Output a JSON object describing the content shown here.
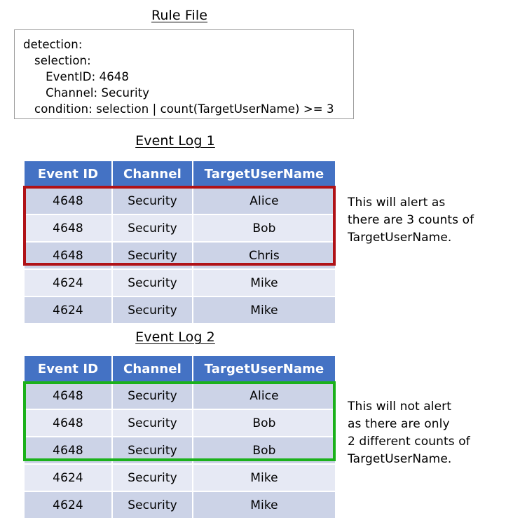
{
  "rule_file": {
    "title": "Rule File",
    "lines": [
      "detection:",
      "   selection:",
      "      EventID: 4648",
      "      Channel: Security",
      "   condition: selection | count(TargetUserName) >= 3"
    ]
  },
  "event_log_1": {
    "title": "Event Log 1",
    "columns": [
      "Event ID",
      "Channel",
      "TargetUserName"
    ],
    "rows": [
      [
        "4648",
        "Security",
        "Alice"
      ],
      [
        "4648",
        "Security",
        "Bob"
      ],
      [
        "4648",
        "Security",
        "Chris"
      ],
      [
        "4624",
        "Security",
        "Mike"
      ],
      [
        "4624",
        "Security",
        "Mike"
      ]
    ],
    "highlight": {
      "color": "#B01217",
      "rows": [
        0,
        1,
        2
      ]
    },
    "annotation": "This will alert as\nthere are 3 counts of\nTargetUserName."
  },
  "event_log_2": {
    "title": "Event Log 2",
    "columns": [
      "Event ID",
      "Channel",
      "TargetUserName"
    ],
    "rows": [
      [
        "4648",
        "Security",
        "Alice"
      ],
      [
        "4648",
        "Security",
        "Bob"
      ],
      [
        "4648",
        "Security",
        "Bob"
      ],
      [
        "4624",
        "Security",
        "Mike"
      ],
      [
        "4624",
        "Security",
        "Mike"
      ]
    ],
    "highlight": {
      "color": "#1BB11B",
      "rows": [
        0,
        1,
        2
      ]
    },
    "annotation": "This will not alert\nas there are only\n2 different counts of\nTargetUserName."
  },
  "colors": {
    "header_blue": "#4472C4",
    "row_dark": "#CCD3E7",
    "row_light": "#E6E9F4",
    "alert_red": "#B01217",
    "no_alert_green": "#1BB11B",
    "box_border": "#9A9A9A"
  }
}
